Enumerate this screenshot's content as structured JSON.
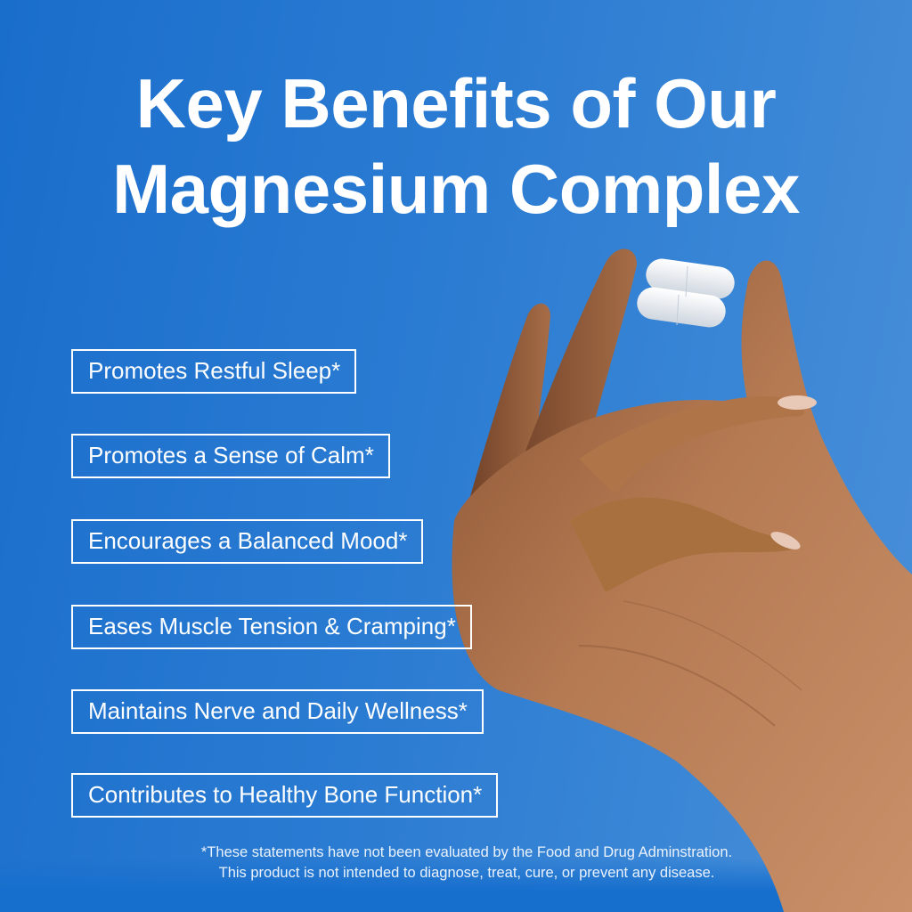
{
  "title": {
    "line1": "Key Benefits of Our",
    "line2": "Magnesium Complex"
  },
  "benefits": [
    {
      "label": "Promotes Restful Sleep*"
    },
    {
      "label": "Promotes a Sense of Calm*"
    },
    {
      "label": "Encourages a Balanced Mood*"
    },
    {
      "label": "Eases Muscle Tension & Cramping*"
    },
    {
      "label": "Maintains Nerve and Daily Wellness*"
    },
    {
      "label": "Contributes to Healthy Bone Function*"
    }
  ],
  "disclaimer": {
    "line1": "*These statements have not been evaluated by the Food and Drug Adminstration.",
    "line2": "This product is not intended to diagnose, treat, cure, or prevent any disease."
  },
  "image": {
    "subject": "hand-holding-capsules-icon",
    "capsule_count": 2
  },
  "colors": {
    "background_left": "#1a6ecb",
    "background_right": "#4a8fd8",
    "text": "#ffffff",
    "skin": "#b57a52",
    "capsule": "#eef1f5"
  }
}
